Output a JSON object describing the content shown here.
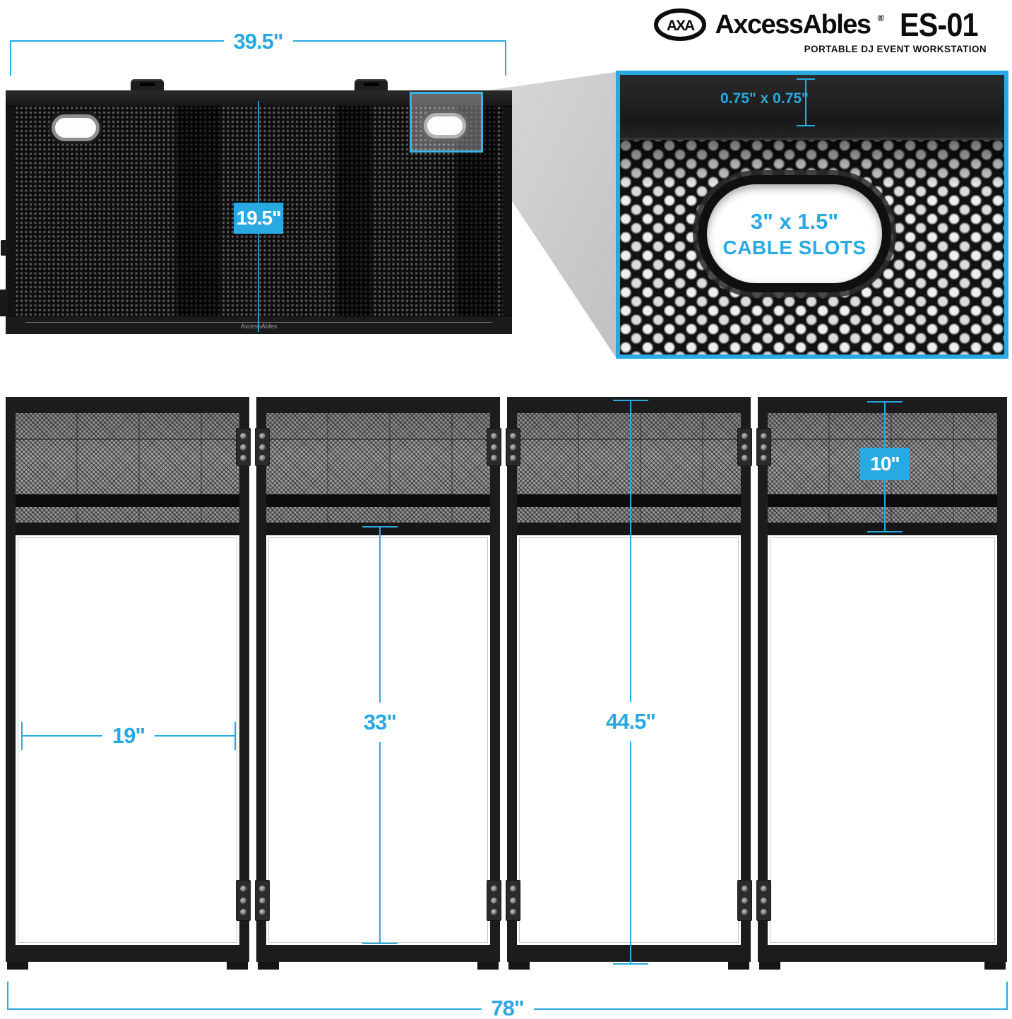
{
  "accent_color": "#29a9e1",
  "header": {
    "brand": "AxcessAbles",
    "registered_mark": "®",
    "model": "ES-01",
    "tagline": "PORTABLE DJ EVENT WORKSTATION",
    "logo_monogram": "AXA"
  },
  "folded_panel": {
    "width_dim": "39.5\"",
    "height_dim": "19.5\"",
    "footer_brand": "AxcessAbles"
  },
  "detail_inset": {
    "frame_dim": "0.75\" x 0.75\"",
    "slot_size": "3\" x 1.5\"",
    "slot_label": "CABLE SLOTS"
  },
  "unfolded_panels": {
    "panel_width_dim": "19\"",
    "inner_height_dim": "33\"",
    "total_height_dim": "44.5\"",
    "mesh_height_dim": "10\"",
    "total_width_dim": "78\""
  }
}
